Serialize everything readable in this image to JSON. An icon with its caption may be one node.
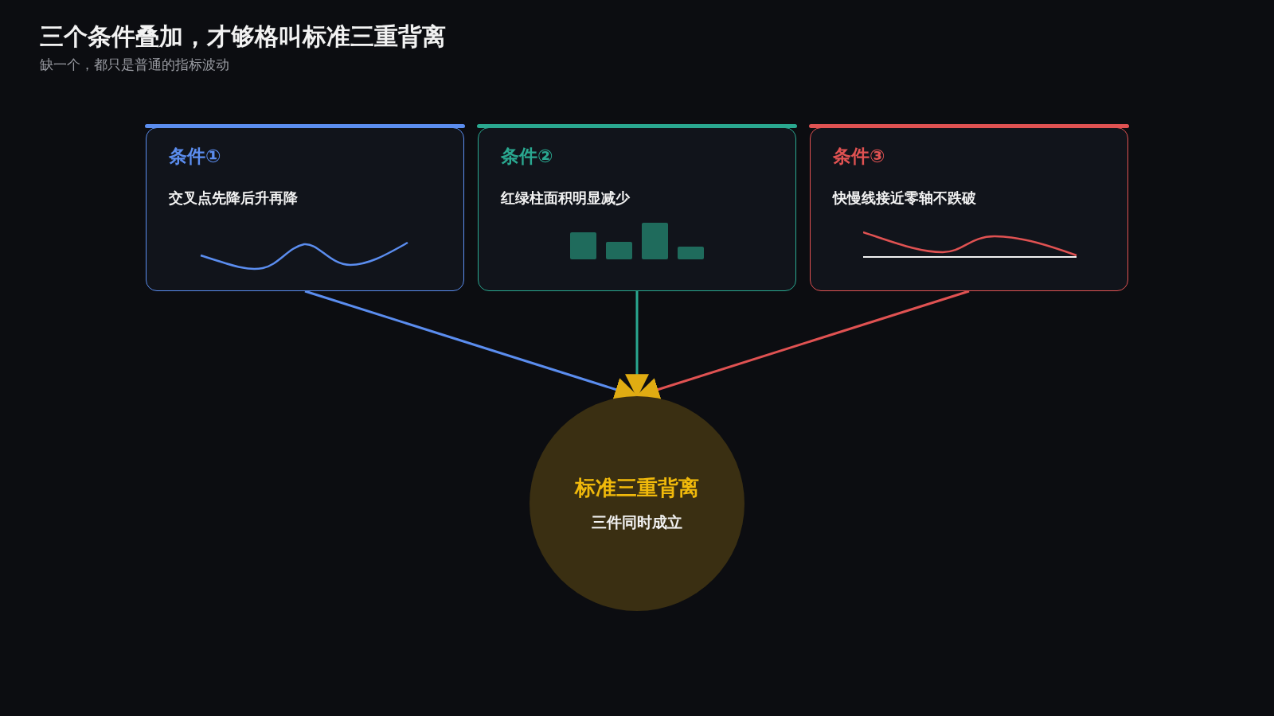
{
  "diagram": {
    "title": "三个条件叠加，才够格叫标准三重背离",
    "caption": "缺一个，都只是普通的指标波动",
    "nodes": [
      {
        "text": [
          "条件①",
          "交叉点先降后升再降"
        ]
      },
      {
        "text": [
          "条件②",
          "红绿柱面积明显减少"
        ]
      },
      {
        "text": [
          "条件③",
          "快慢线接近零轴不跌破"
        ]
      },
      {
        "text": [
          "标准三重背离",
          "三件同时成立"
        ]
      }
    ],
    "edges": [
      {
        "from": 0,
        "to": 3,
        "arrow": "to",
        "color": "#5b8def"
      },
      {
        "from": 1,
        "to": 3,
        "arrow": "to",
        "color": "#2aa890"
      },
      {
        "from": 2,
        "to": 3,
        "arrow": "to",
        "color": "#e05252"
      }
    ]
  }
}
